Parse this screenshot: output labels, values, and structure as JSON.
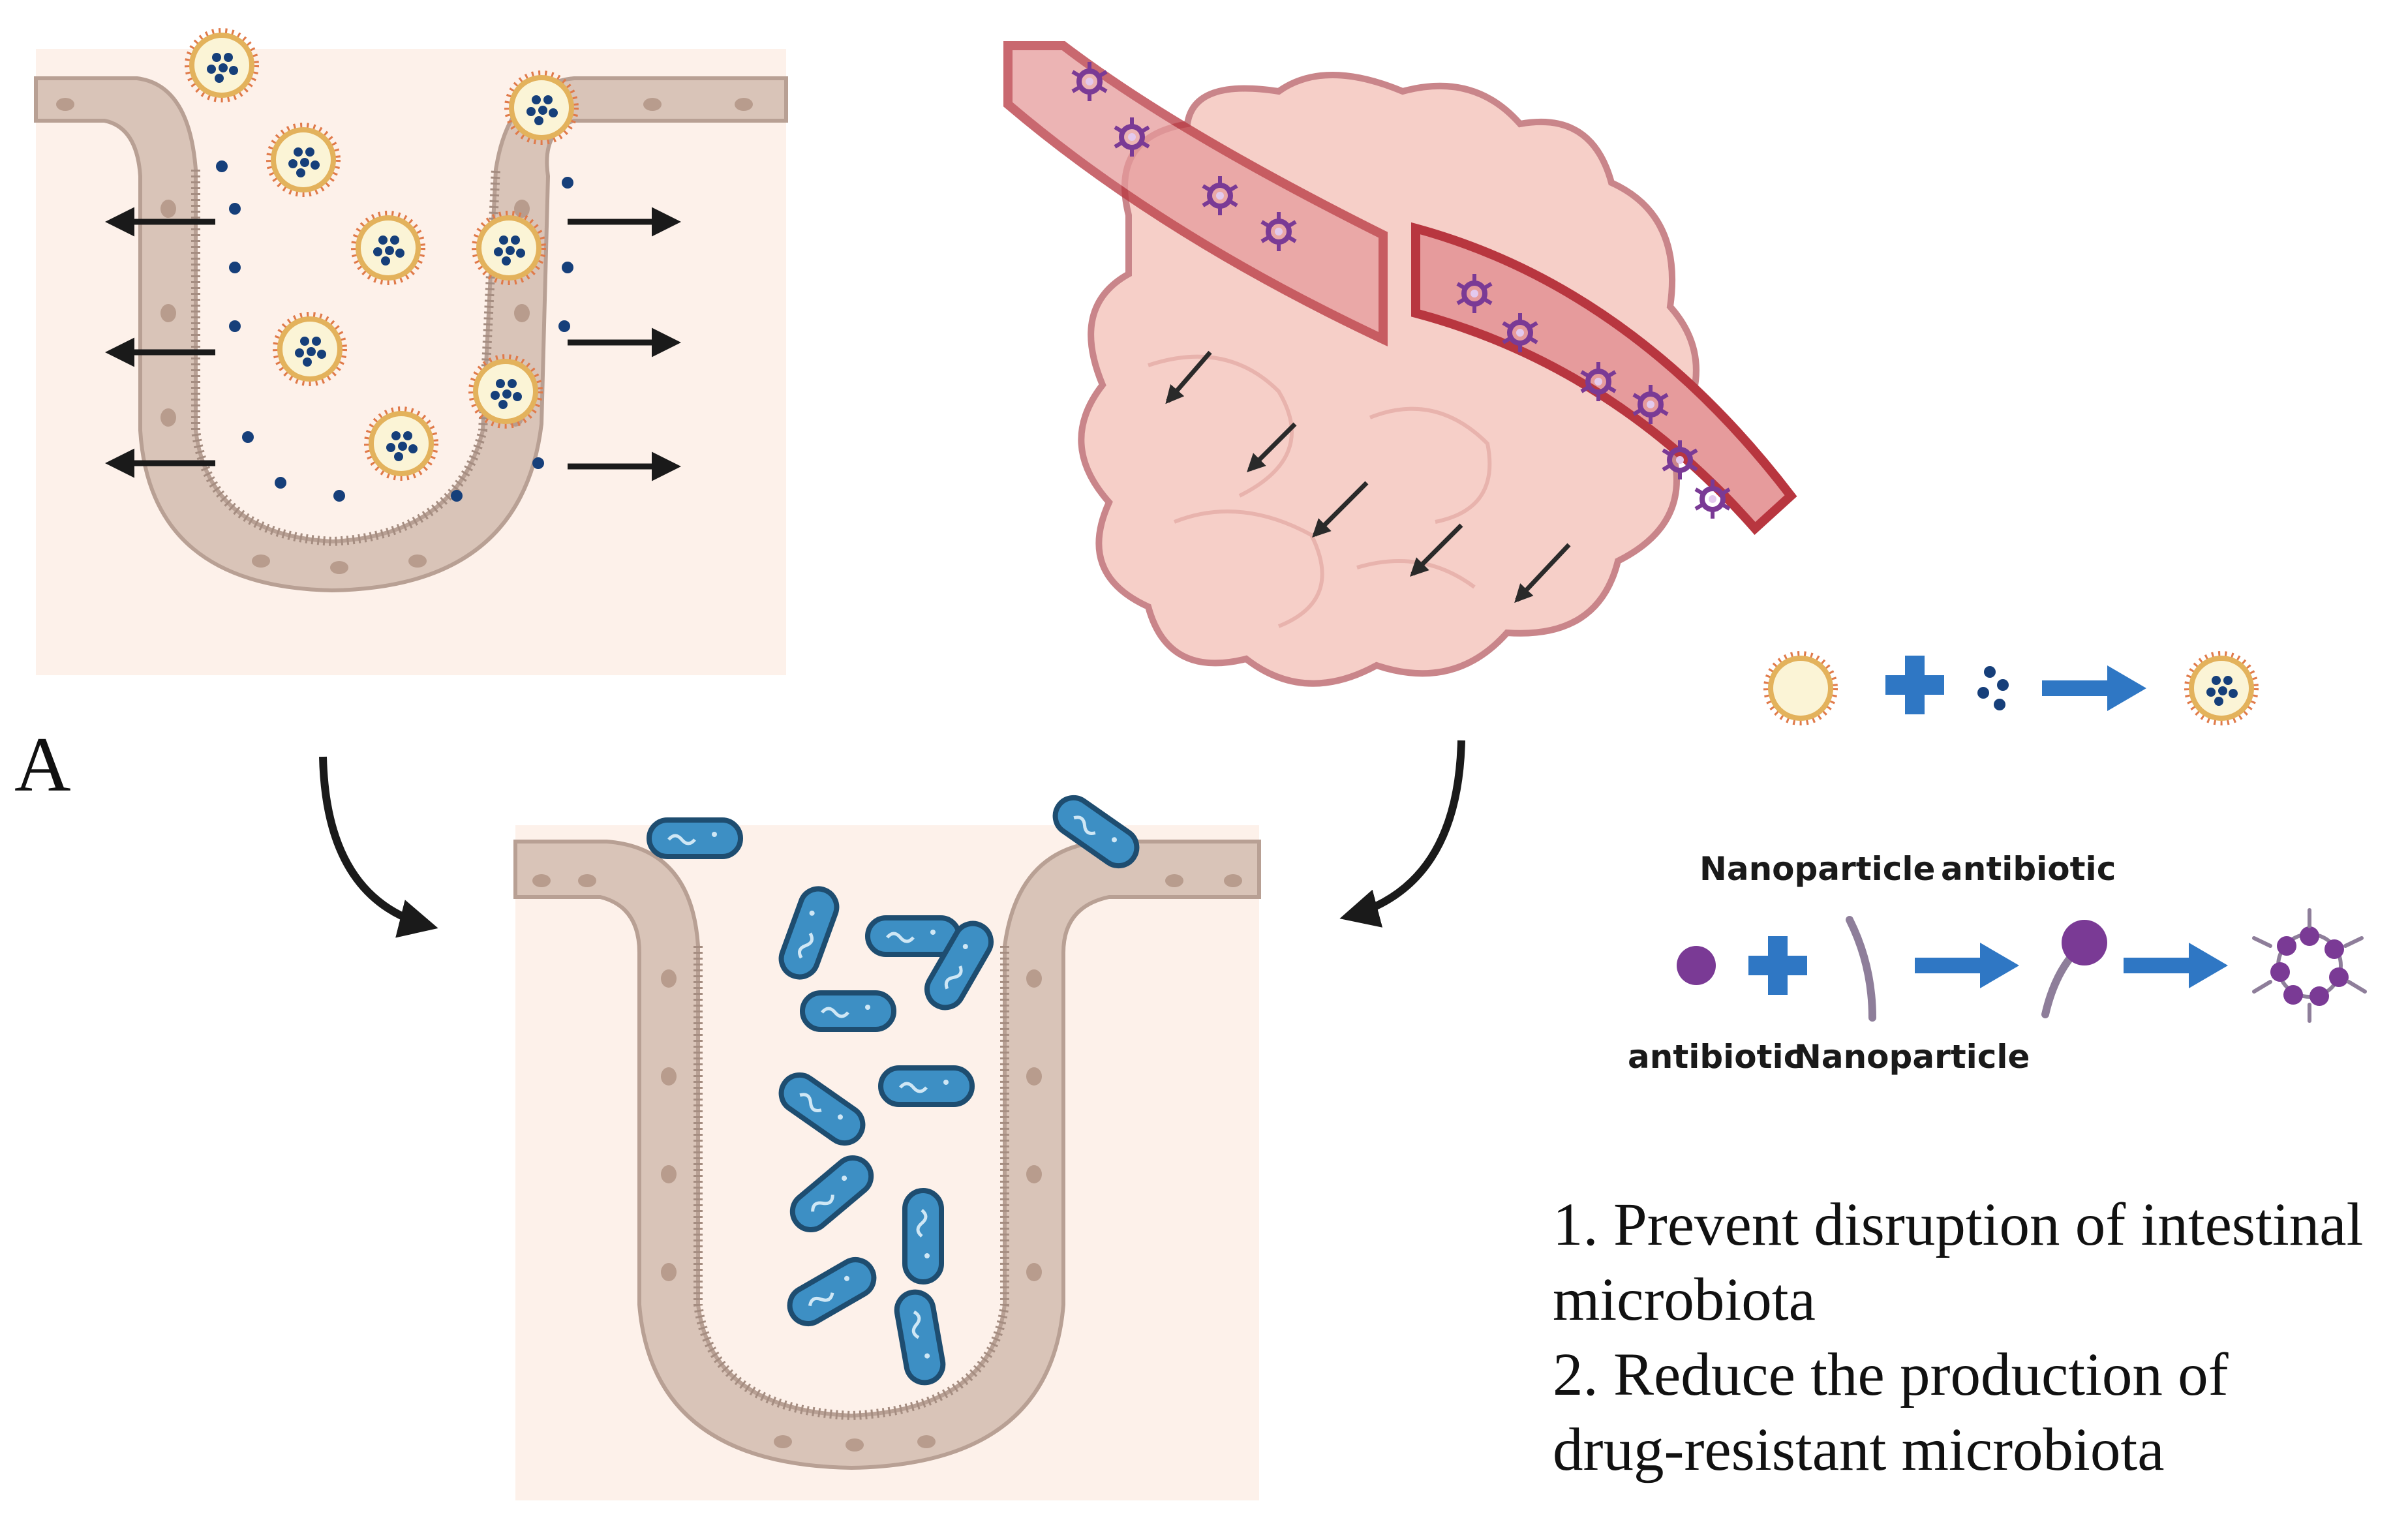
{
  "panel_letter": "A",
  "legend": {
    "top_label_1": "Nanoparticle",
    "top_label_2": "antibiotic",
    "bottom_label_1": "antibiotic",
    "bottom_label_2": "Nanoparticle"
  },
  "effects": [
    "1. Prevent disruption of intestinal",
    "microbiota",
    "2. Reduce the production of",
    "drug-resistant microbiota"
  ],
  "colors": {
    "tissue_bg": "#fdf1ea",
    "epithelium": "#d9c4b8",
    "nucleus": "#b89c8d",
    "drug_dot": "#163f7a",
    "nanoparticle_fill": "#fbf4d6",
    "nanoparticle_ring": "#e3b25c",
    "bacteria": "#3d8fc4",
    "organ": "#f6cfc8",
    "vessel": "#c2414a",
    "complex_purple": "#7a3a95",
    "plus_blue": "#2f77c4"
  }
}
